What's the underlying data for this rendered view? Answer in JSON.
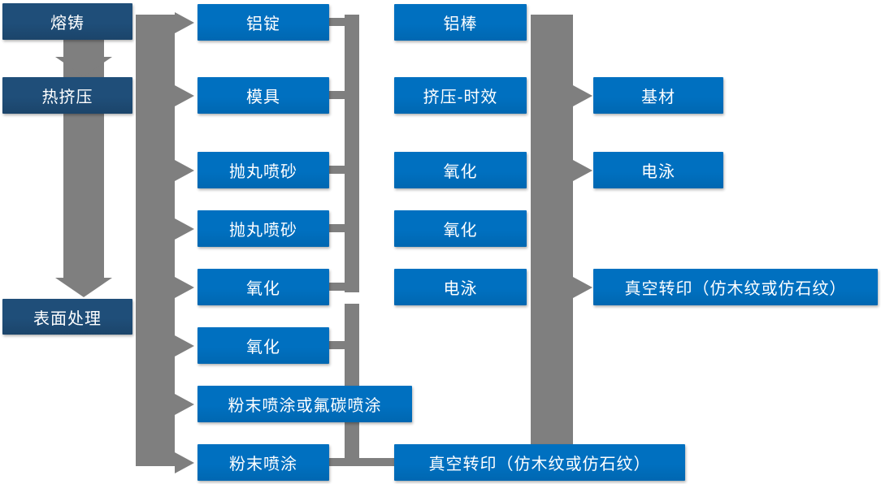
{
  "colors": {
    "background": "#ffffff",
    "process_box": "#0070c0",
    "stage_box": "#1f4e79",
    "connector": "#7f7f7f",
    "box_text": "#ffffff"
  },
  "icons": {
    "down_arrow": "arrow-down-icon",
    "right_arrow": "arrow-right-icon"
  },
  "nodes": {
    "melting_casting": {
      "label": "熔铸"
    },
    "hot_extrusion": {
      "label": "热挤压"
    },
    "surface_treatment": {
      "label": "表面处理"
    },
    "aluminum_ingot": {
      "label": "铝锭"
    },
    "mold": {
      "label": "模具"
    },
    "shot_blasting_1": {
      "label": "抛丸喷砂"
    },
    "shot_blasting_2": {
      "label": "抛丸喷砂"
    },
    "oxidation_1": {
      "label": "氧化"
    },
    "oxidation_2": {
      "label": "氧化"
    },
    "powder_or_fluorocarbon": {
      "label": "粉末喷涂或氟碳喷涂"
    },
    "powder_coating": {
      "label": "粉末喷涂"
    },
    "aluminum_rod": {
      "label": "铝棒"
    },
    "extrusion_aging": {
      "label": "挤压-时效"
    },
    "oxidation_3": {
      "label": "氧化"
    },
    "oxidation_4": {
      "label": "氧化"
    },
    "electrophoresis_1": {
      "label": "电泳"
    },
    "vacuum_transfer_1": {
      "label": "真空转印（仿木纹或仿石纹）"
    },
    "substrate": {
      "label": "基材"
    },
    "electrophoresis_2": {
      "label": "电泳"
    },
    "vacuum_transfer_2": {
      "label": "真空转印（仿木纹或仿石纹）"
    }
  }
}
